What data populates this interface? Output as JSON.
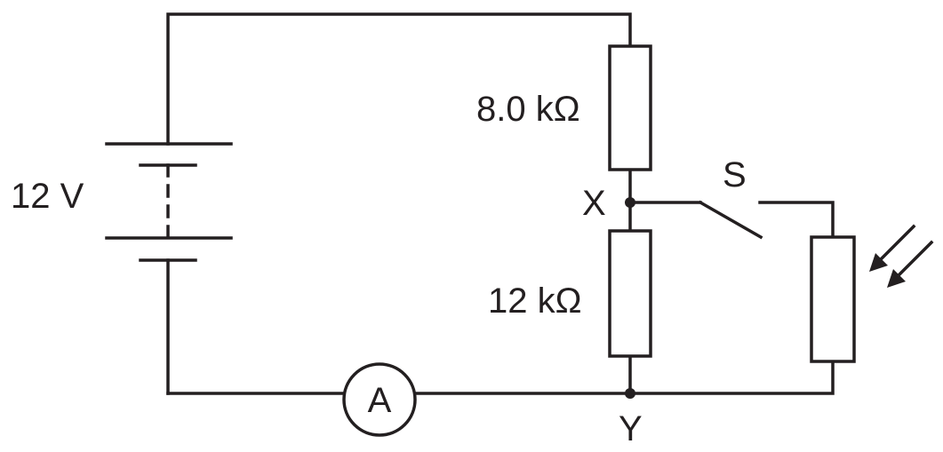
{
  "labels": {
    "battery": "12 V",
    "resistor_top": "8.0 kΩ",
    "resistor_bottom": "12 kΩ",
    "node_x": "X",
    "node_y": "Y",
    "switch": "S",
    "ammeter": "A"
  },
  "colors": {
    "ink": "#231f20",
    "background": "#ffffff"
  },
  "icons": {
    "battery": "battery-icon",
    "resistor": "resistor-icon",
    "switch": "open-switch-icon",
    "ldr": "light-dependent-resistor-icon",
    "ammeter": "ammeter-icon"
  }
}
